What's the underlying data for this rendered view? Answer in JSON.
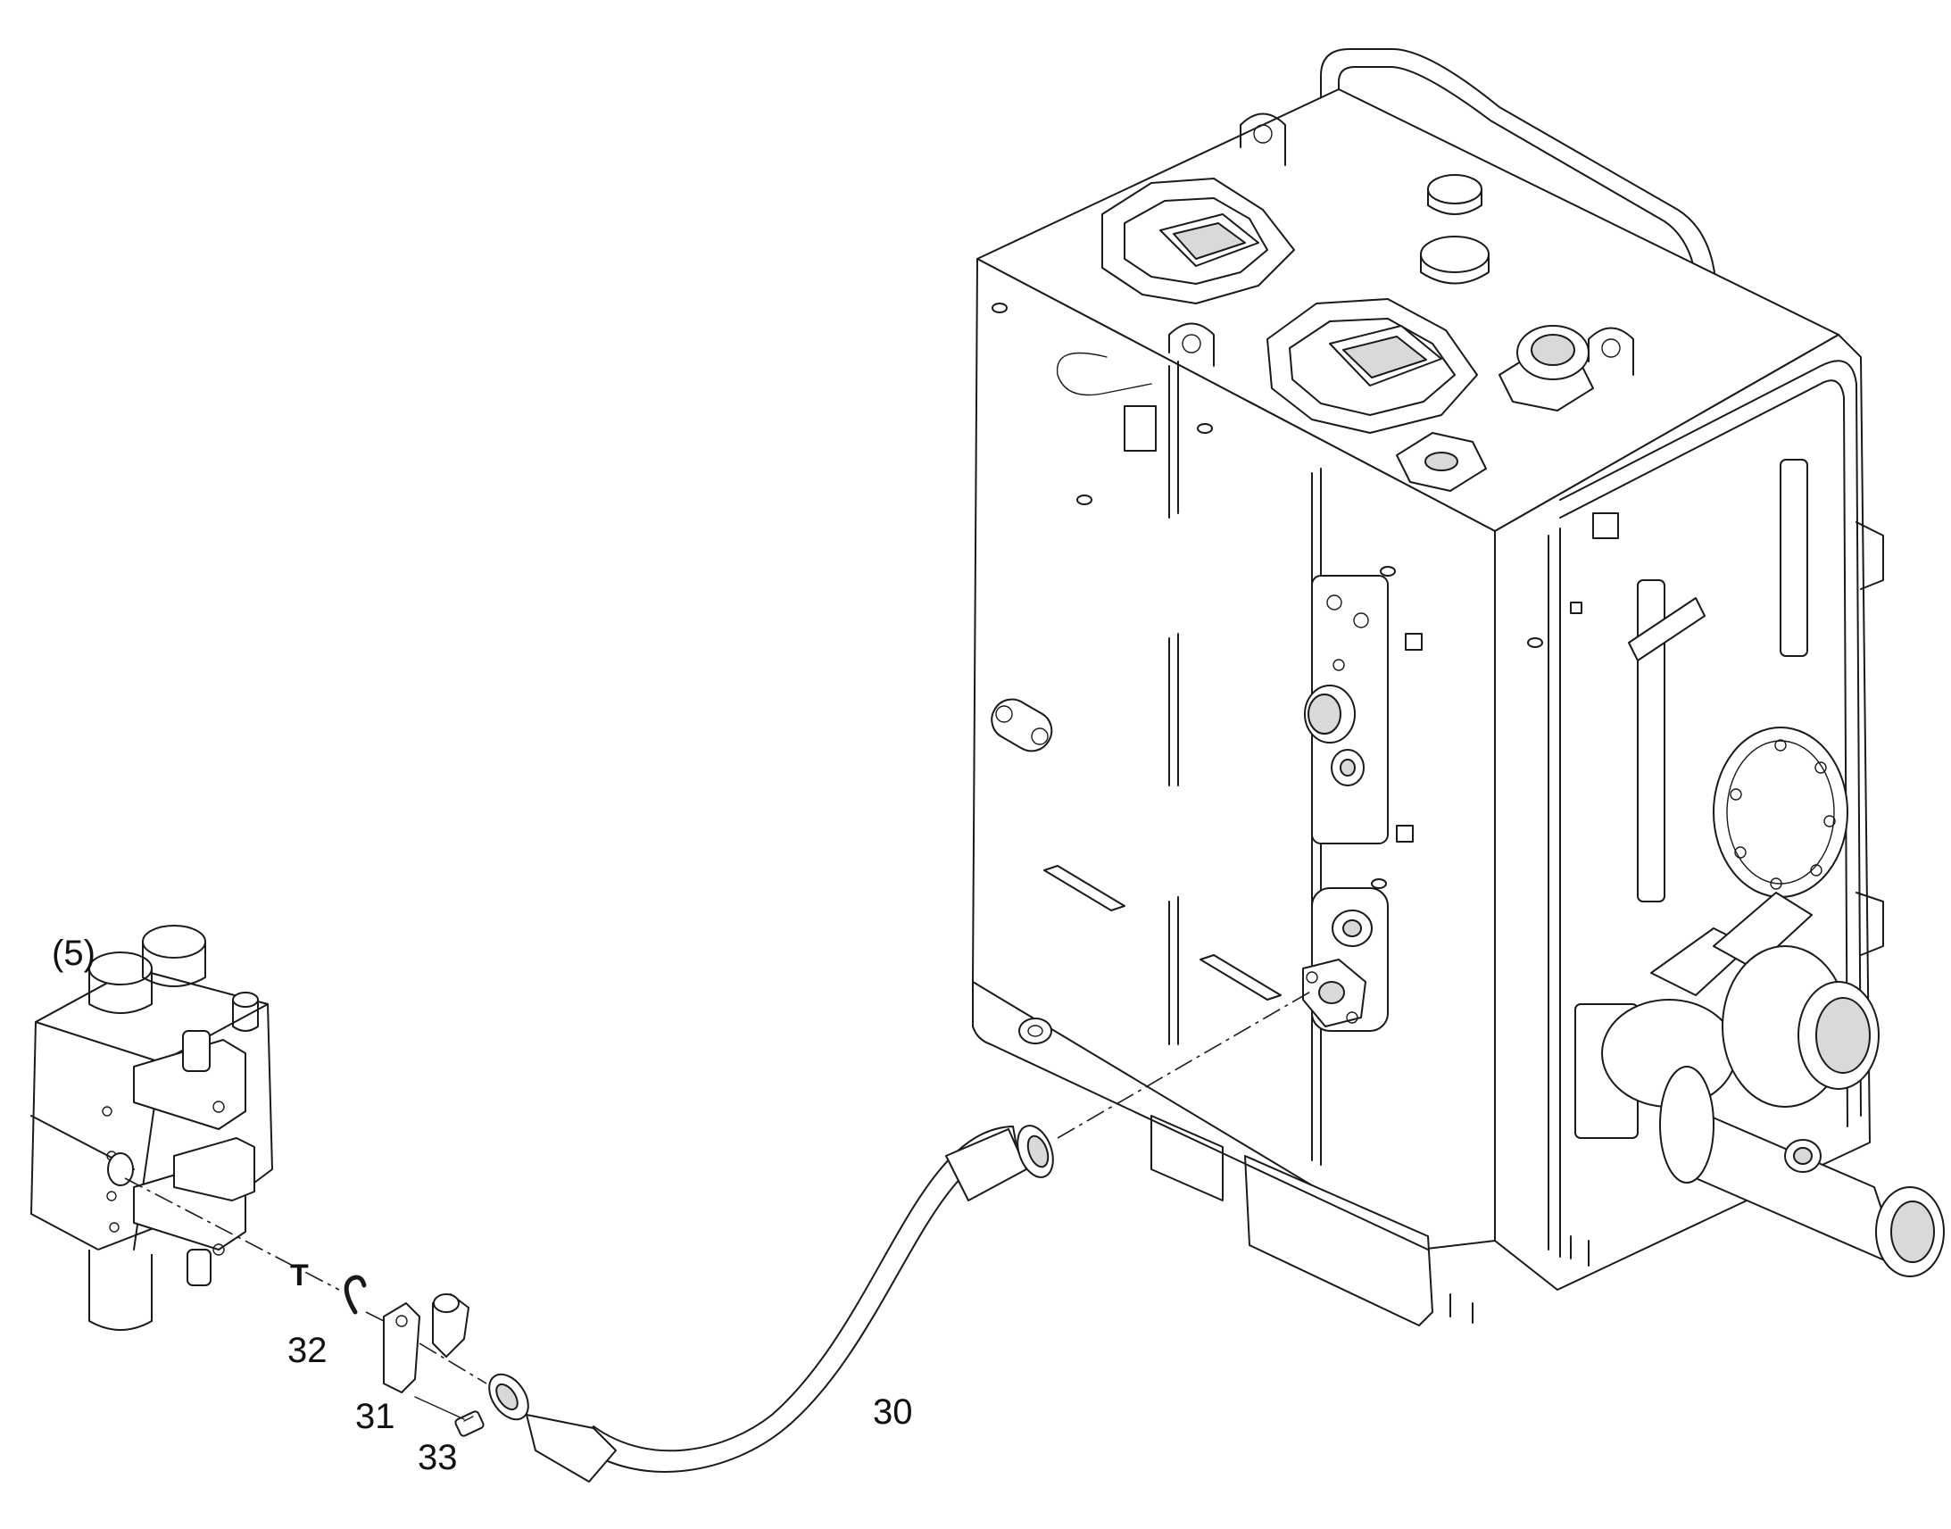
{
  "callouts": {
    "assembly_ref": "(5)",
    "port": "T",
    "hose": "30",
    "flange_half": "31",
    "o_ring": "32",
    "screw": "33"
  },
  "colors": {
    "line": "#1a1a1a",
    "background": "#ffffff",
    "shade": "#d9d9d9"
  }
}
